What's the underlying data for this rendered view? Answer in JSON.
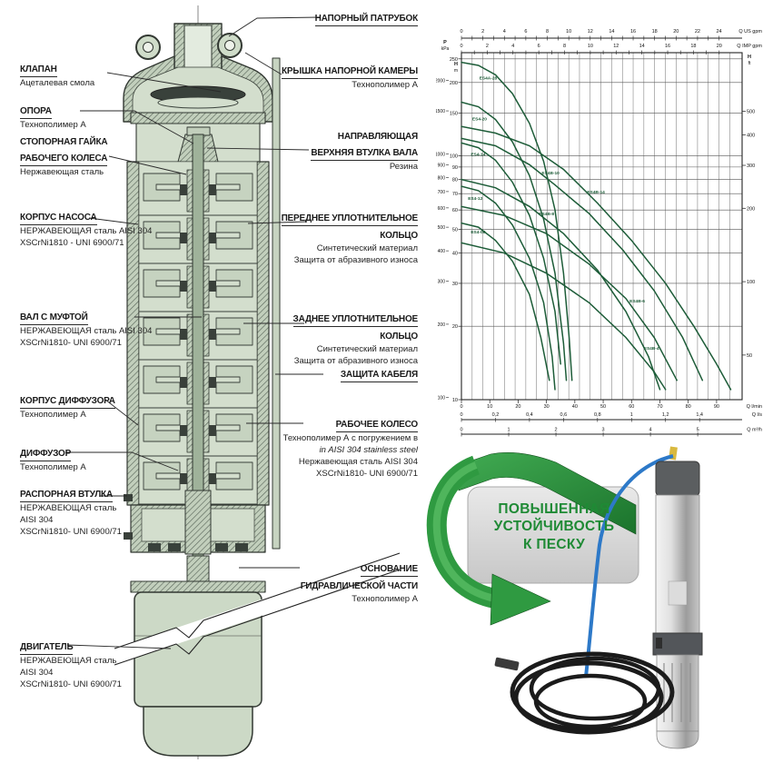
{
  "diagram": {
    "left_labels": [
      {
        "title_lines": [
          "КЛАПАН"
        ],
        "sub_lines": [
          "Ацеталевая смола"
        ]
      },
      {
        "title_lines": [
          "ОПОРА"
        ],
        "sub_lines": [
          "Технополимер А"
        ]
      },
      {
        "title_lines": [
          "СТОПОРНАЯ ГАЙКА",
          "РАБОЧЕГО КОЛЕСА"
        ],
        "sub_lines": [
          "Нержавеющая сталь"
        ]
      },
      {
        "title_lines": [
          "КОРПУС НАСОСА"
        ],
        "sub_lines": [
          "НЕРЖАВЕЮЩАЯ сталь AISI 304",
          "XSCrNi1810 - UNI 6900/71"
        ]
      },
      {
        "title_lines": [
          "ВАЛ С МУФТОЙ"
        ],
        "sub_lines": [
          "НЕРЖАВЕЮЩАЯ сталь AISI 304",
          "XSCrNi1810- UNI 6900/71"
        ]
      },
      {
        "title_lines": [
          "КОРПУС ДИФФУЗОРА"
        ],
        "sub_lines": [
          "Технополимер А"
        ]
      },
      {
        "title_lines": [
          "ДИФФУЗОР"
        ],
        "sub_lines": [
          "Технополимер А"
        ]
      },
      {
        "title_lines": [
          "РАСПОРНАЯ ВТУЛКА"
        ],
        "sub_lines": [
          "НЕРЖАВЕЮЩАЯ сталь",
          "AISI 304",
          "XSCrNi1810- UNI 6900/71"
        ]
      },
      {
        "title_lines": [
          "ДВИГАТЕЛЬ"
        ],
        "sub_lines": [
          "НЕРЖАВЕЮЩАЯ сталь",
          "AISI 304",
          "XSCrNi1810- UNI 6900/71"
        ]
      }
    ],
    "right_labels": [
      {
        "title_lines": [
          "НАПОРНЫЙ ПАТРУБОК"
        ],
        "sub_lines": []
      },
      {
        "title_lines": [
          "КРЫШКА НАПОРНОЙ КАМЕРЫ"
        ],
        "sub_lines": [
          "Технополимер А"
        ]
      },
      {
        "title_lines": [
          "НАПРАВЛЯЮЩАЯ",
          "ВЕРХНЯЯ ВТУЛКА ВАЛА"
        ],
        "sub_lines": [
          "Резина"
        ]
      },
      {
        "title_lines": [
          "ПЕРЕДНЕЕ УПЛОТНИТЕЛЬНОЕ",
          "КОЛЬЦО"
        ],
        "sub_lines": [
          "Синтетический материал",
          "Защита от абразивного износа"
        ]
      },
      {
        "title_lines": [
          "ЗАДНЕЕ УПЛОТНИТЕЛЬНОЕ",
          "КОЛЬЦО"
        ],
        "sub_lines": [
          "Синтетический материал",
          "Защита от абразивного износа"
        ]
      },
      {
        "title_lines": [
          "ЗАЩИТА КАБЕЛЯ"
        ],
        "sub_lines": []
      },
      {
        "title_lines": [
          "РАБОЧЕЕ КОЛЕСО"
        ],
        "sub_lines": [
          "Технополимер А с погружением в",
          "in AISI 304 stainless steel",
          "Нержавеющая сталь AISI 304",
          "XSCrNi1810- UNI 6900/71"
        ]
      },
      {
        "title_lines": [
          "ОСНОВАНИЕ",
          "ГИДРАВЛИЧЕСКОЙ ЧАСТИ"
        ],
        "sub_lines": [
          "Технополимер А"
        ]
      }
    ]
  },
  "chart_data": {
    "type": "line",
    "title": "",
    "y_scale": "log",
    "y_domain_m": [
      10,
      265
    ],
    "x_domain_lmin": [
      0,
      99
    ],
    "grid": true,
    "curve_color": "#1d5c38",
    "axes": {
      "y_left_P": {
        "label": "P kPa",
        "ticks": [
          2000,
          1500,
          1000,
          900,
          800,
          700,
          600,
          500,
          400,
          300,
          200,
          100
        ]
      },
      "y_left_H": {
        "label": "H m",
        "ticks": [
          250,
          200,
          150,
          100,
          90,
          80,
          70,
          60,
          50,
          40,
          30,
          20,
          10
        ]
      },
      "y_right_H": {
        "label": "H ft",
        "ticks": [
          500,
          400,
          300,
          200,
          100,
          50
        ]
      },
      "x_top_us": {
        "label": "Q US gpm",
        "ticks": [
          0,
          2,
          4,
          6,
          8,
          10,
          12,
          14,
          16,
          18,
          20,
          22,
          24
        ]
      },
      "x_top_imp": {
        "label": "Q IMP gpm",
        "ticks": [
          0,
          2,
          4,
          6,
          8,
          10,
          12,
          14,
          16,
          18,
          20
        ]
      },
      "x_bottom_lmin": {
        "label": "Q l/min",
        "ticks": [
          0,
          10,
          20,
          30,
          40,
          50,
          60,
          70,
          80,
          90
        ]
      },
      "x_bottom_ls": {
        "label": "Q l/s",
        "ticks": [
          "0",
          "0,2",
          "0,4",
          "0,6",
          "0,8",
          "1",
          "1,2",
          "1,4"
        ]
      },
      "x_bottom_m3h": {
        "label": "Q m³/h",
        "ticks": [
          0,
          1,
          2,
          3,
          4,
          5
        ]
      }
    },
    "series": [
      {
        "name": "ES4A-28",
        "label_at": [
          6,
          206
        ],
        "points": [
          [
            0,
            242
          ],
          [
            6,
            235
          ],
          [
            12,
            215
          ],
          [
            18,
            180
          ],
          [
            24,
            136
          ],
          [
            29,
            95
          ],
          [
            33,
            60
          ],
          [
            36,
            33
          ],
          [
            38,
            18
          ],
          [
            39,
            12
          ]
        ]
      },
      {
        "name": "ES4-20",
        "label_at": [
          3.5,
          140
        ],
        "points": [
          [
            0,
            166
          ],
          [
            6,
            159
          ],
          [
            12,
            141
          ],
          [
            18,
            114
          ],
          [
            24,
            83
          ],
          [
            29,
            55
          ],
          [
            33,
            33
          ],
          [
            36,
            17
          ],
          [
            37,
            12
          ]
        ]
      },
      {
        "name": "ES4-14",
        "label_at": [
          3,
          100
        ],
        "points": [
          [
            0,
            113
          ],
          [
            6,
            108
          ],
          [
            12,
            96
          ],
          [
            18,
            78
          ],
          [
            24,
            57
          ],
          [
            29,
            38
          ],
          [
            33,
            23
          ],
          [
            35,
            14
          ]
        ]
      },
      {
        "name": "ES4-12",
        "label_at": [
          2,
          66
        ],
        "points": [
          [
            0,
            75
          ],
          [
            6,
            72
          ],
          [
            12,
            64
          ],
          [
            18,
            52
          ],
          [
            24,
            38
          ],
          [
            29,
            25
          ],
          [
            32,
            15
          ],
          [
            33,
            11
          ]
        ]
      },
      {
        "name": "ES4-08",
        "label_at": [
          3,
          48
        ],
        "points": [
          [
            0,
            53
          ],
          [
            6,
            51
          ],
          [
            12,
            45
          ],
          [
            18,
            37
          ],
          [
            24,
            27
          ],
          [
            28,
            18
          ],
          [
            31,
            12
          ]
        ]
      },
      {
        "name": "ES4B-14",
        "label_at": [
          44,
          70
        ],
        "points": [
          [
            0,
            132
          ],
          [
            12,
            124
          ],
          [
            24,
            110
          ],
          [
            36,
            88
          ],
          [
            48,
            64
          ],
          [
            60,
            45
          ],
          [
            72,
            30
          ],
          [
            82,
            20
          ],
          [
            90,
            14
          ],
          [
            95,
            11
          ]
        ]
      },
      {
        "name": "ES4B-10",
        "label_at": [
          28,
          84
        ],
        "points": [
          [
            0,
            118
          ],
          [
            12,
            110
          ],
          [
            24,
            92
          ],
          [
            33,
            76
          ],
          [
            45,
            58
          ],
          [
            57,
            41
          ],
          [
            68,
            28
          ],
          [
            78,
            18
          ],
          [
            85,
            12
          ]
        ]
      },
      {
        "name": "ES4B-8",
        "label_at": [
          27,
          57
        ],
        "points": [
          [
            0,
            80
          ],
          [
            12,
            74
          ],
          [
            24,
            62
          ],
          [
            36,
            48
          ],
          [
            48,
            34
          ],
          [
            58,
            23
          ],
          [
            66,
            15
          ],
          [
            70,
            11
          ]
        ]
      },
      {
        "name": "ES4B-6",
        "label_at": [
          59,
          25
        ],
        "points": [
          [
            0,
            62
          ],
          [
            15,
            57
          ],
          [
            30,
            48
          ],
          [
            45,
            36
          ],
          [
            58,
            26
          ],
          [
            68,
            18
          ],
          [
            76,
            12
          ]
        ]
      },
      {
        "name": "ES4B-4",
        "label_at": [
          64,
          16
        ],
        "points": [
          [
            0,
            44
          ],
          [
            15,
            40
          ],
          [
            30,
            33
          ],
          [
            45,
            25
          ],
          [
            58,
            18
          ],
          [
            68,
            13
          ],
          [
            72,
            11
          ]
        ]
      }
    ]
  },
  "banner": {
    "lines": [
      "ПОВЫШЕННАЯ",
      "УСТОЙЧИВОСТЬ",
      "К ПЕСКУ"
    ],
    "text_color": "#1f8a35",
    "ribbon_color": "#2f9a41"
  },
  "colors": {
    "drawing_fill": "#d3decd",
    "drawing_hatch": "#57645a",
    "curve_green": "#1d5c38",
    "card_gray": "#d6d6d6"
  }
}
